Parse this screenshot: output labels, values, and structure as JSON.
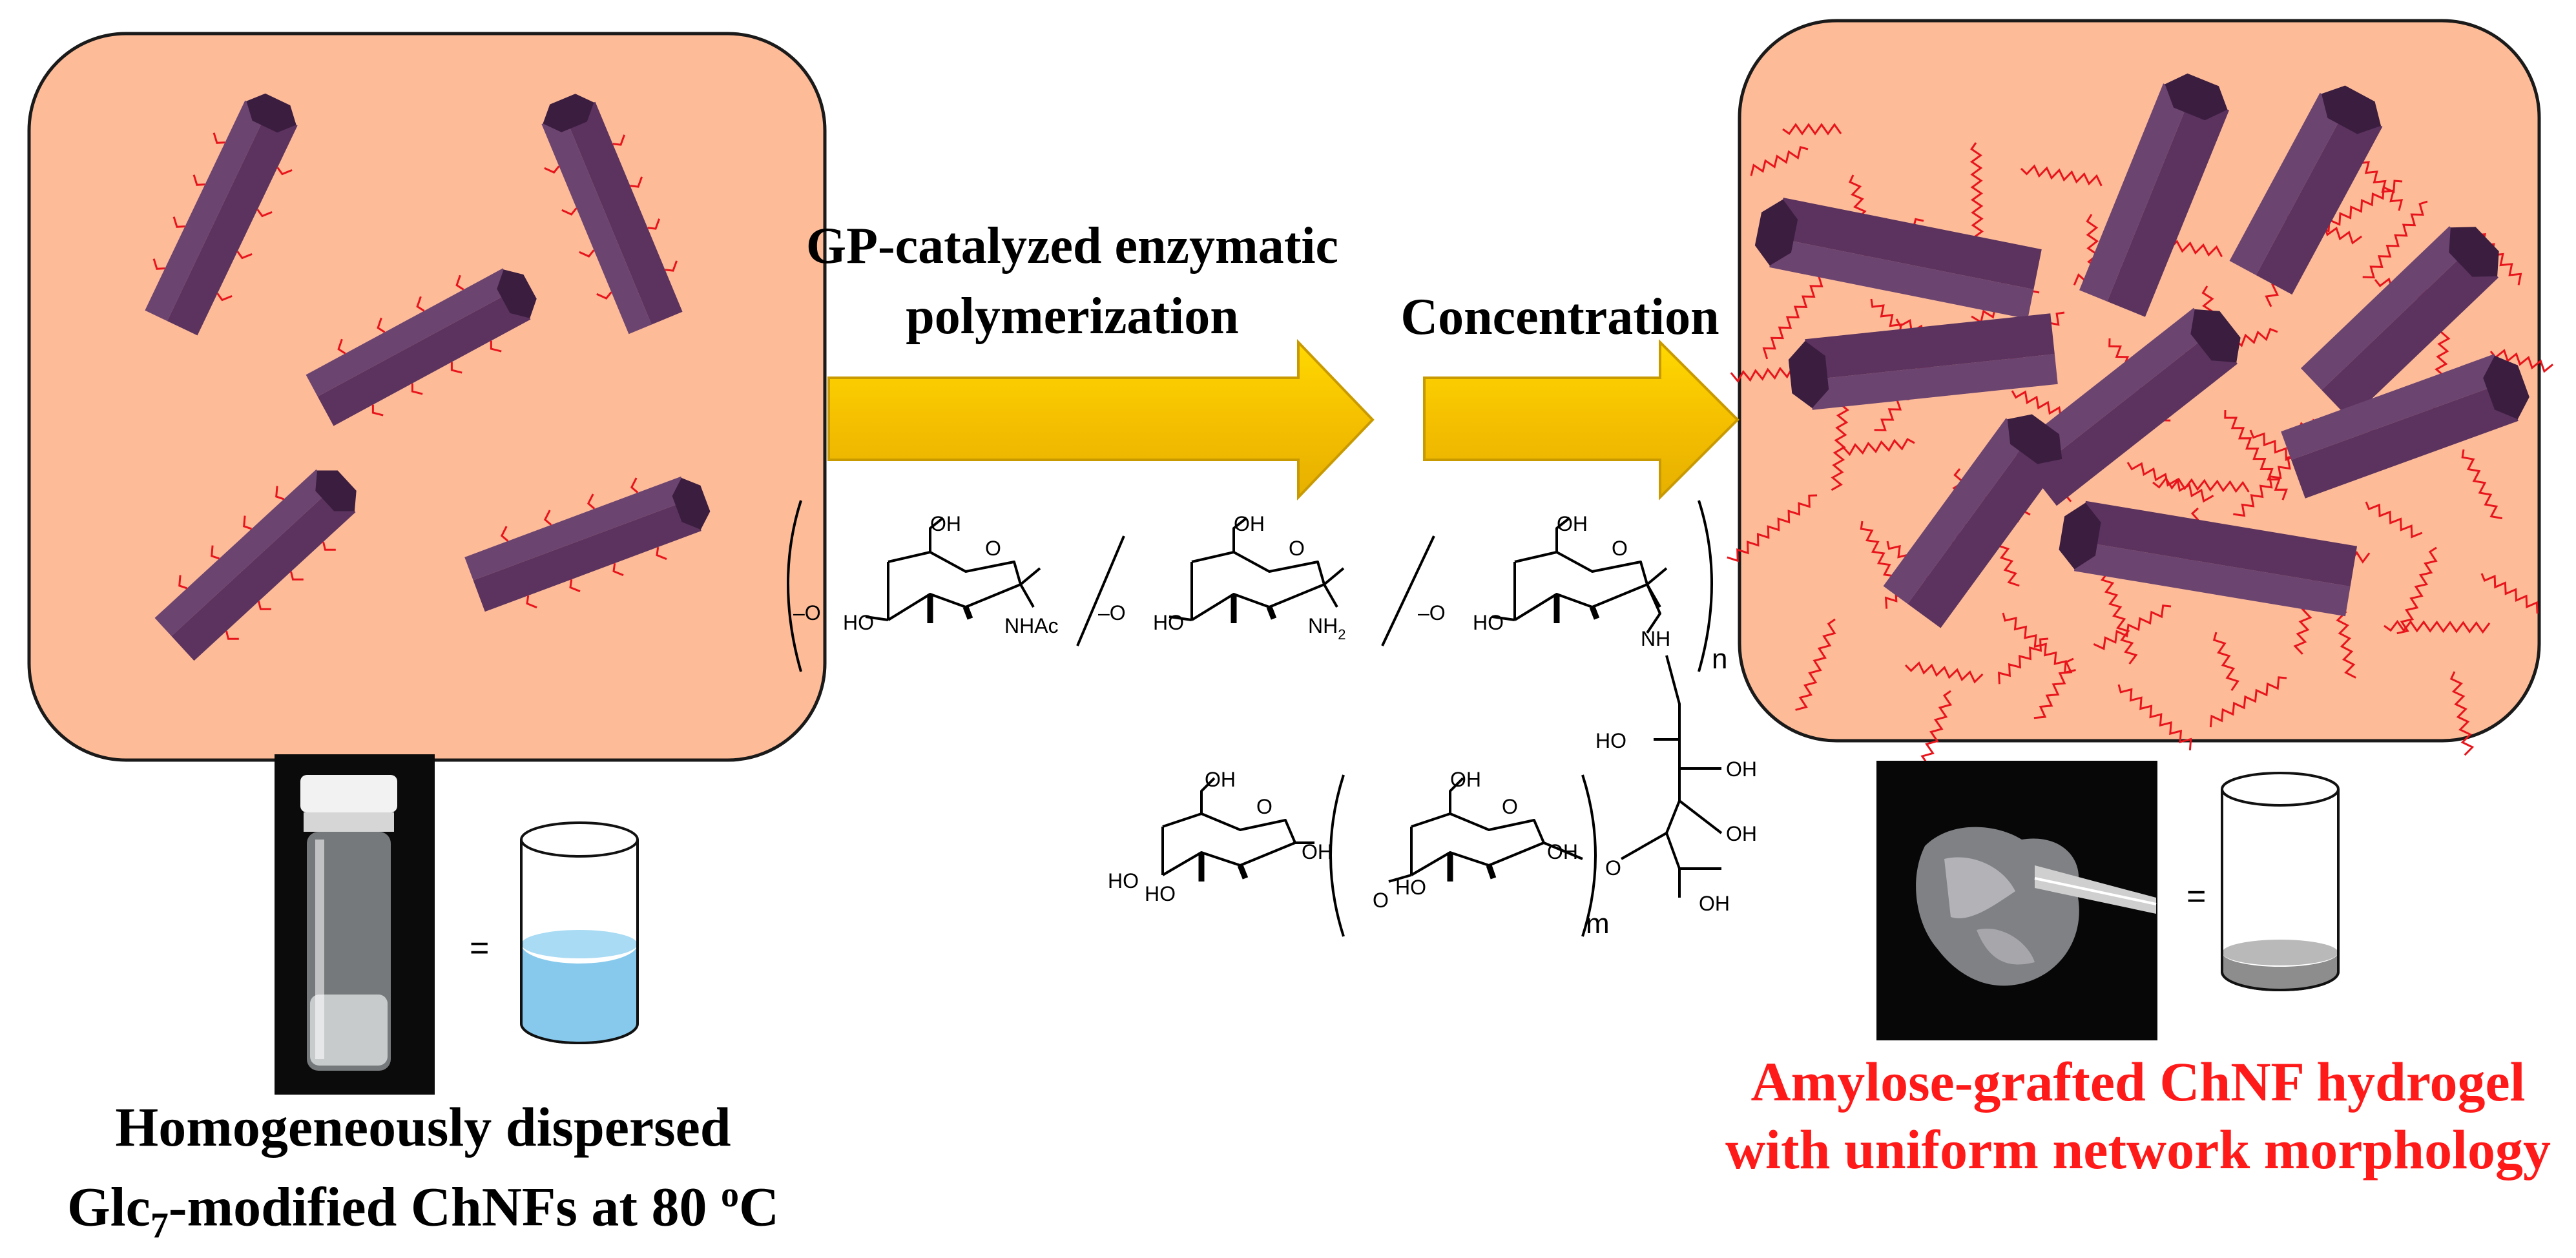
{
  "step1": {
    "line1": "GP-catalyzed enzymatic",
    "line2": "polymerization"
  },
  "step2": {
    "label": "Concentration"
  },
  "left_caption": {
    "line1": "Homogeneously dispersed",
    "line2_a": "Glc",
    "line2_sub": "7",
    "line2_b": "-modified ChNFs at 80 ",
    "line2_sup": "o",
    "line2_c": "C"
  },
  "right_caption": {
    "line1": "Amylose-grafted ChNF hydrogel",
    "line2": "with uniform network morphology"
  },
  "equals_left": "=",
  "equals_right": "=",
  "chem": {
    "oh": "OH",
    "ho": "HO",
    "o": "O",
    "nhac": "NHAc",
    "nh2": "NH",
    "nh2_sub": "2",
    "nh": "NH",
    "n": "n",
    "m": "m",
    "dash_o": "–O"
  },
  "colors": {
    "panel_fill": "#fdbb98",
    "panel_stroke": "#1a1a1a",
    "fiber_dark": "#3a1d3f",
    "fiber_mid": "#5b335e",
    "fiber_light": "#6c4470",
    "chain_red": "#e8141b",
    "arrow_yellow": "#f7c600",
    "arrow_edge": "#c99a00",
    "caption_red": "#ff1a1a",
    "liquid_blue": "#87c9ec",
    "gel_gray": "#a9a9a9"
  }
}
